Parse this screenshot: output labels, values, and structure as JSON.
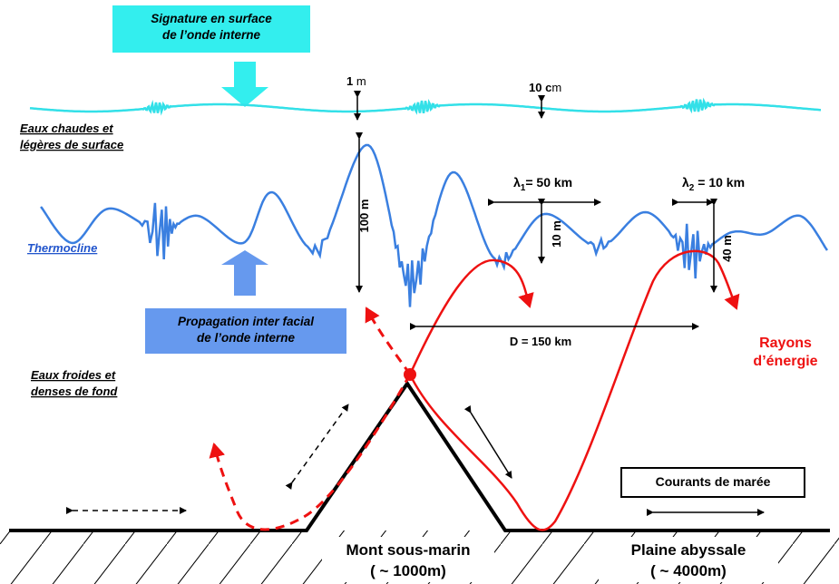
{
  "labels": {
    "surface_signature_line1": "Signature en surface",
    "surface_signature_line2": "de l’onde interne",
    "warm_waters_line1": "Eaux chaudes et",
    "warm_waters_line2": "légères de surface",
    "thermocline": "Thermocline",
    "propagation_line1": "Propagation inter facial",
    "propagation_line2": "de l’onde interne",
    "cold_waters_line1": "Eaux froides et",
    "cold_waters_line2": "denses de fond",
    "energy_rays_line1": "Rayons",
    "energy_rays_line2": "d’énergie",
    "tidal_currents": "Courants de marée",
    "seamount_line1": "Mont sous-marin",
    "seamount_line2": "( ~ 1000m)",
    "abyssal_line1": "Plaine abyssale",
    "abyssal_line2": "( ~ 4000m)"
  },
  "measures": {
    "surface_1m_num": "1",
    "surface_1m_unit": " m",
    "surface_10cm_num": "10 c",
    "surface_10cm_unit": "m",
    "amp_100m": "100 m",
    "amp_10m": "10 m",
    "amp_40m": "40 m",
    "lambda_symbol": "λ",
    "lambda1_sub": "1",
    "lambda1_value": "= 50 km",
    "lambda2_sub": "2",
    "lambda2_value": " = 10 km",
    "distance": "D = 150 km"
  },
  "colors": {
    "surface_wave": "#33e0e8",
    "thermocline_wave": "#3a7fe0",
    "surface_box": "#33eeee",
    "propagation_box": "#6699ee",
    "energy": "#ee1111",
    "thermocline_label": "#2255cc"
  }
}
